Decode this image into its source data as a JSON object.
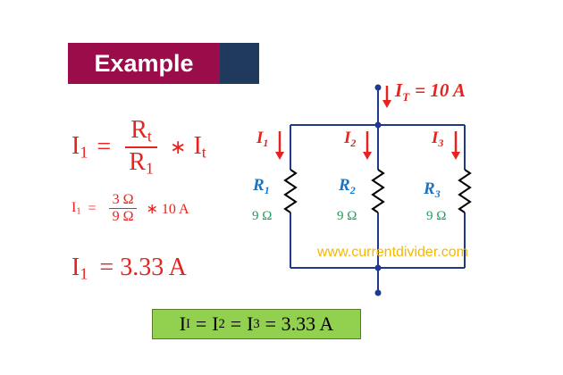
{
  "banner": {
    "title": "Example"
  },
  "formulas": {
    "f1_lhs": "I",
    "f1_lhs_sub": "1",
    "f1_eq": "=",
    "f1_num": "R",
    "f1_num_sub": "t",
    "f1_den": "R",
    "f1_den_sub": "1",
    "f1_op": "∗",
    "f1_rhs": "I",
    "f1_rhs_sub": "t",
    "f2_lhs": "I",
    "f2_lhs_sub": "1",
    "f2_eq": "=",
    "f2_num": "3 Ω",
    "f2_den": "9 Ω",
    "f2_rest": "∗ 10 A",
    "f3_lhs": "I",
    "f3_lhs_sub": "1",
    "f3_rest": "= 3.33 A"
  },
  "result": {
    "i_a": "I",
    "i_a_sub": "I",
    "i_b": "I",
    "i_b_sub": "2",
    "i_c": "I",
    "i_c_sub": "3",
    "eq": "=",
    "value": "= 3.33 A"
  },
  "circuit": {
    "it_label": "I",
    "it_sub": "T",
    "it_value": "= 10 A",
    "branches": [
      {
        "i": "I",
        "i_sub": "1",
        "r": "R",
        "r_sub": "1",
        "ohm": "9 Ω"
      },
      {
        "i": "I",
        "i_sub": "2",
        "r": "R",
        "r_sub": "2",
        "ohm": "9 Ω"
      },
      {
        "i": "I",
        "i_sub": "3",
        "r": "R",
        "r_sub": "3",
        "ohm": "9 Ω"
      }
    ],
    "watermark": "www.currentdivider.com",
    "colors": {
      "wire": "#1f3a8a",
      "current": "#e8221e",
      "resistor_label": "#1e73be",
      "ohm": "#18a058"
    }
  }
}
